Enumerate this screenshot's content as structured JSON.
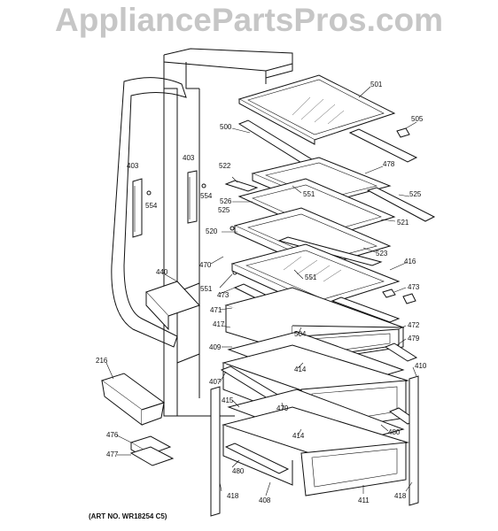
{
  "watermark": "AppliancePartsPros.com",
  "art_number": "(ART NO. WR18254 C5)",
  "labels": {
    "l501": "501",
    "l505": "505",
    "l500": "500",
    "l478": "478",
    "l522": "522",
    "l551a": "551",
    "l525a": "525",
    "l526": "526",
    "l525b": "525",
    "l521": "521",
    "l403a": "403",
    "l403b": "403",
    "l554a": "554",
    "l554b": "554",
    "l520": "520",
    "l523": "523",
    "l416": "416",
    "l470": "470",
    "l440": "440",
    "l551b": "551",
    "l551c": "551",
    "l473a": "473",
    "l473b": "473",
    "l471": "471",
    "l417": "417",
    "l504": "504",
    "l472": "472",
    "l479a": "479",
    "l409": "409",
    "l414a": "414",
    "l410": "410",
    "l216": "216",
    "l407": "407",
    "l415": "415",
    "l479b": "479",
    "l480a": "480",
    "l414b": "414",
    "l476": "476",
    "l477": "477",
    "l480b": "480",
    "l418a": "418",
    "l408": "408",
    "l411": "411",
    "l418b": "418"
  }
}
